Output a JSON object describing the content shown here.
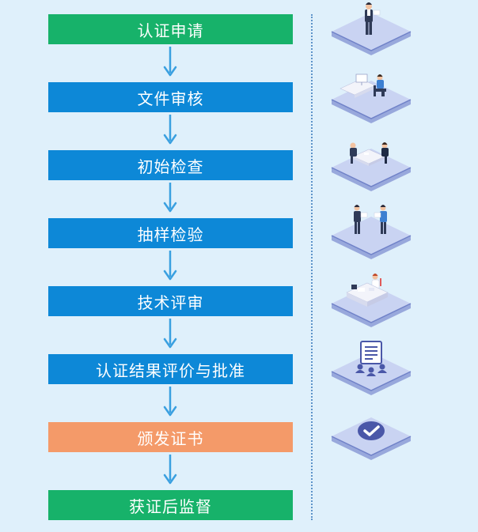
{
  "colors": {
    "background": "#dff0fb",
    "green": "#17b26a",
    "blue": "#0d88d7",
    "orange": "#f49a69",
    "arrow": "#3aa0e0",
    "divider": "#5d93c9",
    "platform_top": "#c9d3f2",
    "platform_side": "#98a8dc",
    "platform_edge": "#7082c8"
  },
  "steps": [
    {
      "label": "认证申请",
      "color": "green",
      "icon": "person-standing-icon"
    },
    {
      "label": "文件审核",
      "color": "blue",
      "icon": "person-at-desk-icon"
    },
    {
      "label": "初始检查",
      "color": "blue",
      "icon": "meeting-table-icon"
    },
    {
      "label": "抽样检验",
      "color": "blue",
      "icon": "two-people-inspecting-icon"
    },
    {
      "label": "技术评审",
      "color": "blue",
      "icon": "reviewer-at-desk-icon"
    },
    {
      "label": "认证结果评价与批准",
      "color": "blue",
      "icon": "document-group-icon"
    },
    {
      "label": "颁发证书",
      "color": "orange",
      "icon": "checkmark-badge-icon"
    },
    {
      "label": "获证后监督",
      "color": "green",
      "icon": null
    }
  ]
}
